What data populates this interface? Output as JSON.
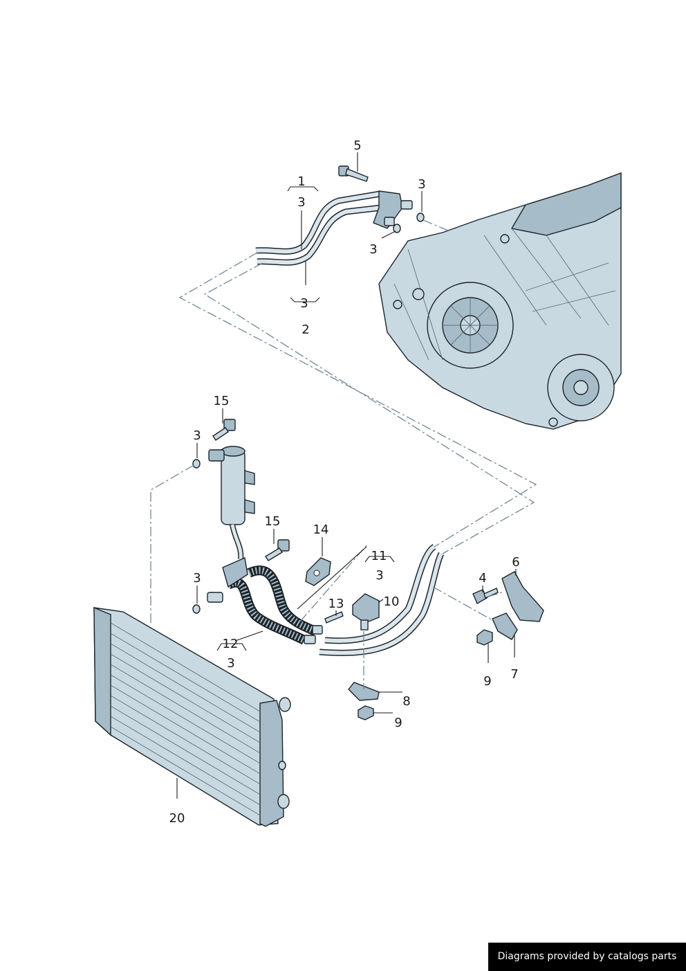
{
  "labels": [
    "1",
    "3",
    "2",
    "3",
    "5",
    "3",
    "3",
    "15",
    "3",
    "15",
    "14",
    "11",
    "3",
    "3",
    "13",
    "10",
    "12",
    "3",
    "4",
    "6",
    "9",
    "7",
    "8",
    "9",
    "20"
  ],
  "watermark": "Diagrams provided by catalogs parts",
  "colors": {
    "part_fill": "#c9d9e2",
    "part_stroke": "#1c2328",
    "dash_line": "#6f8795",
    "watermark_bg": "#000000"
  }
}
